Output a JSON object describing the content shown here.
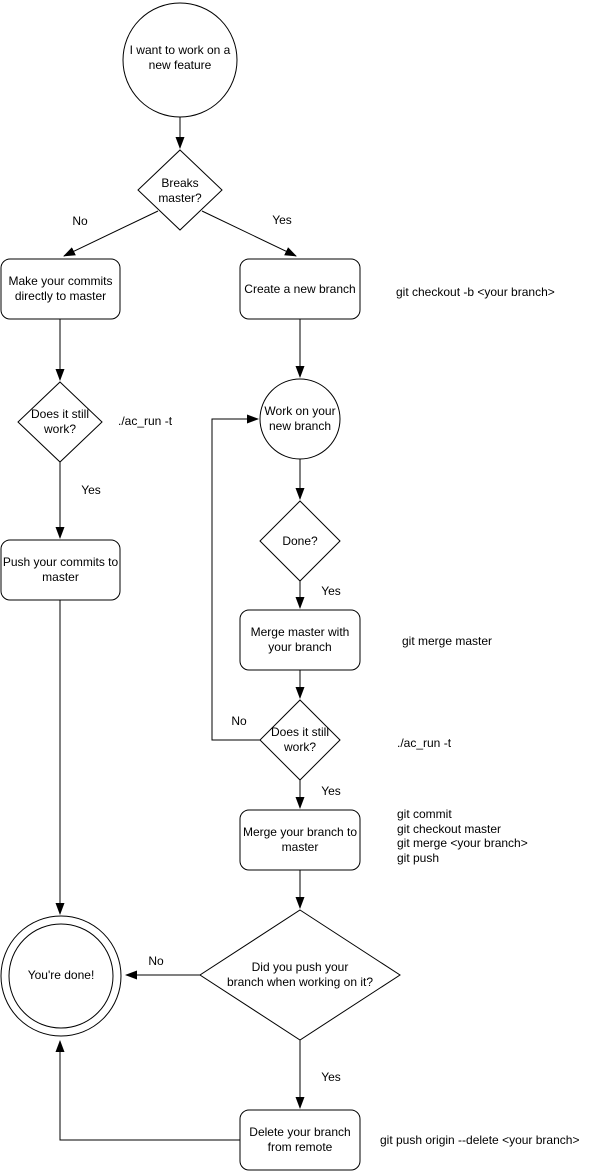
{
  "flowchart": {
    "title": "git feature-branch workflow flowchart",
    "colors": {
      "stroke": "#000000",
      "shape_fill": "#ffffff",
      "text": "#000000",
      "background": "#ffffff"
    },
    "nodes": {
      "start": "I want to work on a\nnew feature",
      "breaks_master": "Breaks\nmaster?",
      "make_commits": "Make your commits\ndirectly to master",
      "create_branch": "Create a new branch",
      "does_it_work_master": "Does it still\nwork?",
      "push_commits": "Push your commits to\nmaster",
      "work_branch": "Work on your\nnew branch",
      "done": "Done?",
      "merge_master": "Merge master with\nyour branch",
      "does_it_work_branch": "Does it still\nwork?",
      "merge_branch": "Merge your branch to\nmaster",
      "did_you_push": "Did you push your\nbranch when working on it?",
      "youre_done": "You're done!",
      "delete_branch": "Delete your branch\nfrom remote"
    },
    "edge_labels": {
      "breaks_master_no": "No",
      "breaks_master_yes": "Yes",
      "does_it_work_master_yes": "Yes",
      "done_yes": "Yes",
      "does_it_work_branch_no": "No",
      "does_it_work_branch_yes": "Yes",
      "did_you_push_no": "No",
      "did_you_push_yes": "Yes"
    },
    "annotations": {
      "create_branch_cmd": "git checkout -b <your branch>",
      "test_cmd_master": "./ac_run -t",
      "merge_master_cmd": "git merge master",
      "test_cmd_branch": "./ac_run -t",
      "merge_branch_cmds": [
        "git commit",
        "git checkout master",
        "git merge <your branch>",
        "git push"
      ],
      "delete_branch_cmd": "git push origin --delete <your branch>"
    }
  }
}
